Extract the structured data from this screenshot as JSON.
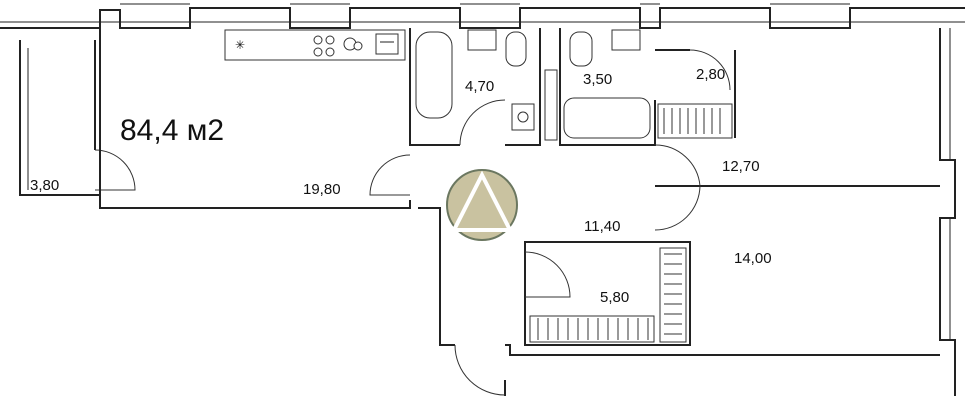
{
  "plan": {
    "total_area": "84,4 м2",
    "rooms": {
      "balcony": "3,80",
      "living_kitchen": "19,80",
      "bathroom_1": "4,70",
      "bathroom_2": "3,50",
      "storage": "2,80",
      "bedroom_1": "12,70",
      "hall": "11,40",
      "bedroom_2": "14,00",
      "wardrobe": "5,80"
    },
    "icons": {
      "stove": "snowflake-icon",
      "logo": "triangle-logo-icon"
    },
    "colors": {
      "wall": "#222222",
      "logo_fill": "#c9c2a0",
      "logo_ring": "#6b7760"
    }
  }
}
